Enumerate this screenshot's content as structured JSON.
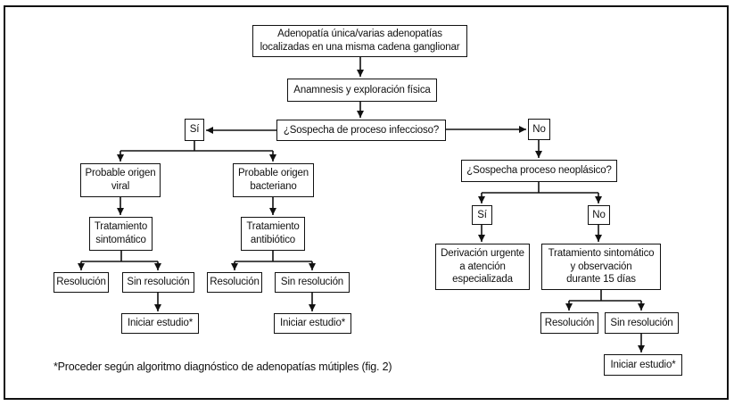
{
  "figure": {
    "type": "flowchart",
    "language": "es",
    "nodes": {
      "root": "Adenopatía única/varias adenopatías\nlocalizadas en una misma cadena ganglionar",
      "anamnesis": "Anamnesis y exploración física",
      "q_infeccioso": "¿Sospecha de proceso infeccioso?",
      "yes_infeccioso": "Sí",
      "no_infeccioso": "No",
      "origen_viral": "Probable origen\nviral",
      "origen_bacteriano": "Probable origen\nbacteriano",
      "tratamiento_sintomatico": "Tratamiento\nsintomático",
      "tratamiento_antibiotico": "Tratamiento\nantibiótico",
      "resolucion_viral": "Resolución",
      "sin_resolucion_viral": "Sin resolución",
      "iniciar_estudio_viral": "Iniciar estudio*",
      "resolucion_bacteriano": "Resolución",
      "sin_resolucion_bacteriano": "Sin resolución",
      "iniciar_estudio_bacteriano": "Iniciar estudio*",
      "q_neoplasico": "¿Sospecha proceso neoplásico?",
      "yes_neoplasico": "Sí",
      "no_neoplasico": "No",
      "derivacion_urgente": "Derivación urgente\na atención\nespecializada",
      "tratamiento_observacion": "Tratamiento sintomático\ny observación\ndurante 15 días",
      "resolucion_observacion": "Resolución",
      "sin_resolucion_observacion": "Sin resolución",
      "iniciar_estudio_observacion": "Iniciar estudio*"
    },
    "footnote": "*Proceder según algoritmo diagnóstico de adenopatías mútiples (fig. 2)"
  },
  "colors": {
    "line": "#111111",
    "box_border": "#111111",
    "background": "#ffffff",
    "text": "#111111"
  }
}
